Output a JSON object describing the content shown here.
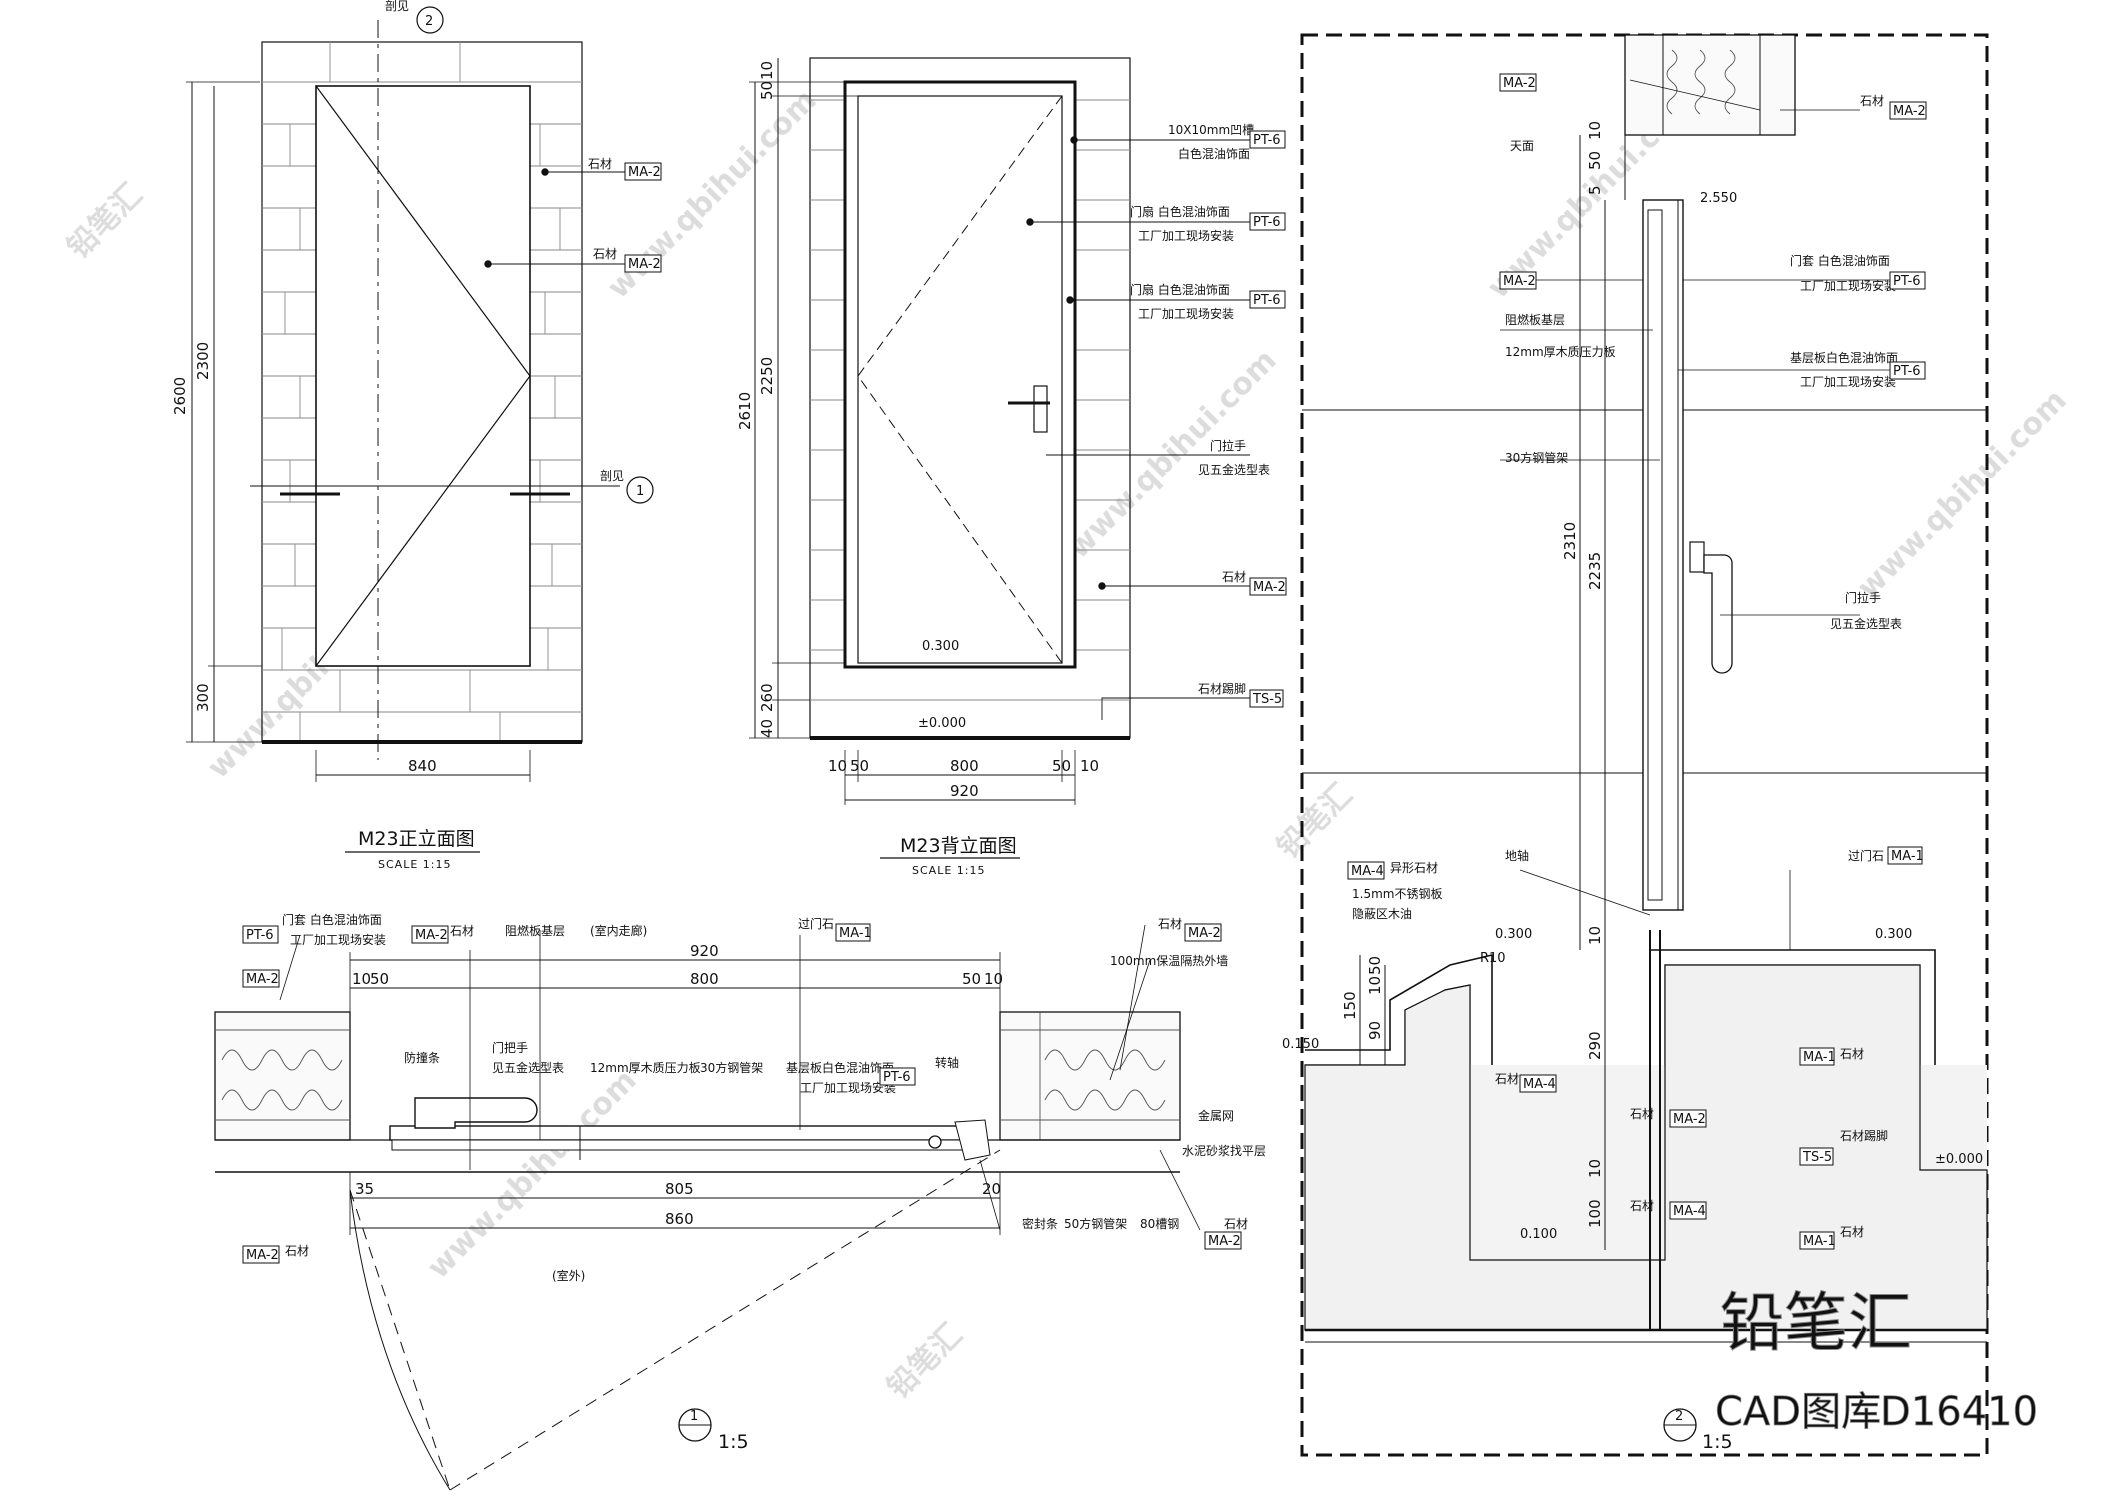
{
  "watermark": {
    "brand": "铅笔汇",
    "site": "www.qbihui.com",
    "library": "CAD图库",
    "id": "D16410"
  },
  "elev_front": {
    "title": "M23正立面图",
    "scale": "SCALE  1:15",
    "dims": {
      "d2600": "2600",
      "d2300": "2300",
      "d300": "300",
      "d840": "840"
    },
    "section_ref_top": {
      "label": "剖见",
      "num": "2"
    },
    "section_ref_mid": {
      "label": "剖见",
      "num": "1"
    },
    "notes": [
      {
        "text": "石材",
        "tag": "MA-2"
      },
      {
        "text": "石材",
        "tag": "MA-2"
      }
    ]
  },
  "elev_back": {
    "title": "M23背立面图",
    "scale": "SCALE  1:15",
    "dims": {
      "d10": "10",
      "d50": "50",
      "d2250": "2250",
      "d2610": "2610",
      "d260": "260",
      "d40": "40",
      "b10a": "10",
      "b50a": "50",
      "b800": "800",
      "b50b": "50",
      "b10b": "10",
      "b920": "920"
    },
    "levels": {
      "l0300": "0.300",
      "l0000": "±0.000"
    },
    "notes": [
      {
        "text": "10X10mm凹槽",
        "text2": "白色混油饰面",
        "tag": "PT-6"
      },
      {
        "text": "门扇 白色混油饰面",
        "text2": "工厂加工现场安装",
        "tag": "PT-6"
      },
      {
        "text": "门扇 白色混油饰面",
        "text2": "工厂加工现场安装",
        "tag": "PT-6"
      },
      {
        "text": "门拉手",
        "text2": "见五金选型表",
        "tag": ""
      },
      {
        "text": "石材",
        "text2": "",
        "tag": "MA-2"
      },
      {
        "text": "石材踢脚",
        "text2": "",
        "tag": "TS-5"
      }
    ]
  },
  "plan": {
    "ref_num": "1",
    "ref_scale": "1:5",
    "dims": {
      "t920": "920",
      "t800": "800",
      "t10a": "10",
      "t50a": "50",
      "t50b": "50",
      "t10b": "10",
      "b35": "35",
      "b805": "805",
      "b20": "20",
      "b860": "860"
    },
    "notes": {
      "pt6_left": "PT-6",
      "ma2_left": "MA-2",
      "ma2_left2": "MA-2",
      "ma2_bottom": "MA-2",
      "door_finish": "门套 白色混油饰面",
      "door_finish2": "工厂加工现场安装",
      "stone": "石材",
      "wood_base": "阻燃板基层",
      "indoor": "(室内走廊)",
      "threshold": "过门石",
      "ma1": "MA-1",
      "stone_r": "石材",
      "ma2_r": "MA-2",
      "insul": "100mm保温隔热外墙",
      "stopper": "防撞条",
      "handle": "门把手",
      "handle2": "见五金选型表",
      "board12": "12mm厚木质压力板",
      "tube30": "30方钢管架",
      "base_finish": "基层板白色混油饰面",
      "base_finish2": "工厂加工现场安装",
      "pt6_mid": "PT-6",
      "hinge": "转轴",
      "metal": "金属网",
      "mortar": "水泥砂浆找平层",
      "seal": "密封条",
      "tube50": "50方钢管架",
      "steel80": "80槽钢",
      "outdoor": "(室外)",
      "stone_b": "石材",
      "ma2_b2": "MA-2",
      "stone_l2": "石材"
    }
  },
  "section": {
    "ref_num": "2",
    "ref_scale": "1:5",
    "dims": {
      "v50": "50",
      "v10": "10",
      "v5": "5",
      "v2310": "2310",
      "v2235": "2235",
      "v10b": "10",
      "v290": "290",
      "v10c": "10",
      "v100": "100",
      "l150": "150",
      "l90": "90",
      "l10": "10",
      "l50": "50"
    },
    "levels": {
      "l2550": "2.550",
      "l0300a": "0.300",
      "l0300b": "0.300",
      "l0150": "0.150",
      "l0100": "0.100",
      "l0000": "±0.000",
      "r10": "R10"
    },
    "notes": {
      "ma2_tl": "MA-2",
      "stone_tr": "石材",
      "ma2_tr": "MA-2",
      "ceiling": "天面",
      "ma2_l": "MA-2",
      "wood_base": "阻燃板基层",
      "board12": "12mm厚木质压力板",
      "door_finish": "门套 白色混油饰面",
      "door_finish2": "工厂加工现场安装",
      "pt6a": "PT-6",
      "base_finish": "基层板白色混油饰面",
      "base_finish2": "工厂加工现场安装",
      "pt6b": "PT-6",
      "tube30": "30方钢管架",
      "handle": "门拉手",
      "handle2": "见五金选型表",
      "ma4_l": "MA-4",
      "special": "异形石材",
      "steel15": "1.5mm不锈钢板",
      "paint": "隐蔽区木油",
      "hinge": "地轴",
      "threshold": "过门石",
      "ma1_r": "MA-1",
      "stone1": "石材",
      "ma4_m": "MA-4",
      "stone2": "石材",
      "ma2_m": "MA-2",
      "stone3": "石材",
      "ma4_b": "MA-4",
      "ma1_r2": "MA-1",
      "stone_r2": "石材",
      "ts5": "TS-5",
      "skirting": "石材踢脚",
      "ma1_b": "MA-1",
      "stone_b": "石材"
    }
  }
}
